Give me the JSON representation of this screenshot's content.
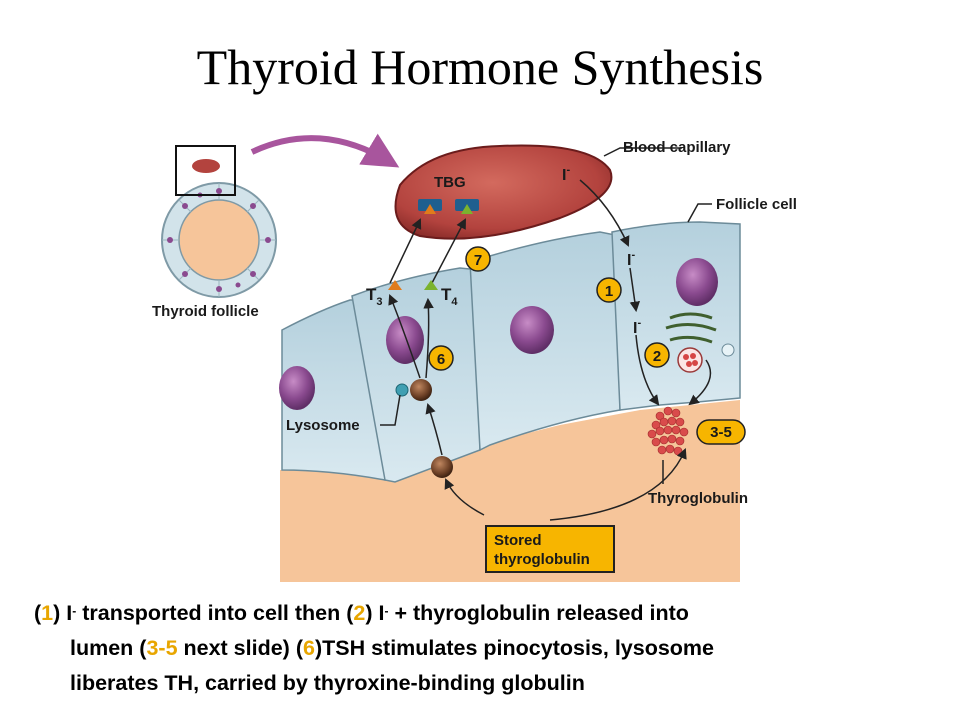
{
  "slide": {
    "title": "Thyroid Hormone Synthesis"
  },
  "diagram": {
    "labels": {
      "blood_capillary": "Blood capillary",
      "follicle_cell": "Follicle cell",
      "thyroid_follicle": "Thyroid follicle",
      "lysosome": "Lysosome",
      "thyroglobulin": "Thyroglobulin",
      "stored_line1": "Stored",
      "stored_line2": "thyroglobulin",
      "tbg": "TBG",
      "t3": "T",
      "t3_sub": "3",
      "t4": "T",
      "t4_sub": "4",
      "iodide": "I",
      "iodide_sup": "-"
    },
    "steps": {
      "s1": "1",
      "s2": "2",
      "s35": "3-5",
      "s6": "6",
      "s7": "7"
    },
    "colors": {
      "lumen": "#f6c59a",
      "cell": "#c9dfe9",
      "capillary": "#b3433e",
      "nucleus": "#8a4a8f",
      "step_badge": "#f7b500",
      "arrow_purple": "#a8559d"
    }
  },
  "caption": {
    "l1_open": "(",
    "l1_n1": "1",
    "l1_a": ") I",
    "l1_sup1": "-",
    "l1_b": " transported into cell then (",
    "l1_n2": "2",
    "l1_c": ") I",
    "l1_sup2": "-",
    "l1_d": " + thyroglobulin released into",
    "l2_a": "lumen (",
    "l2_n35": "3-5",
    "l2_b": " next slide) (",
    "l2_n6": "6",
    "l2_c": ")TSH stimulates pinocytosis, lysosome",
    "l3": "liberates TH, carried by thyroxine-binding globulin"
  }
}
